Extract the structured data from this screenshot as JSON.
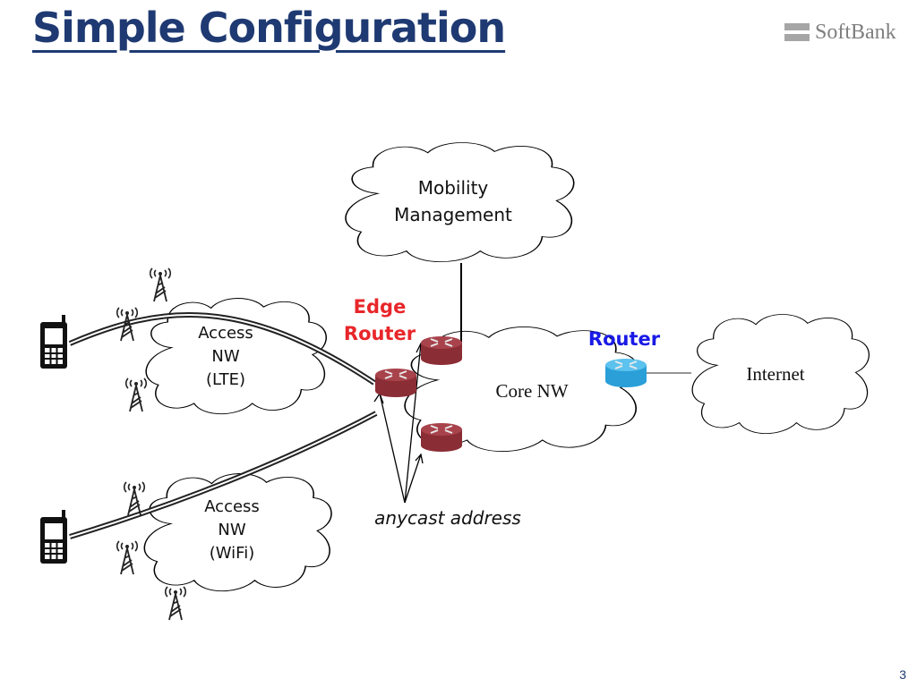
{
  "slide": {
    "title": "Simple Configuration",
    "logo_text": "SoftBank",
    "page_number": "3"
  },
  "diagram": {
    "clouds": {
      "mobility": [
        "Mobility",
        "Management"
      ],
      "access_lte": [
        "Access",
        "NW",
        "(LTE)"
      ],
      "access_wifi": [
        "Access",
        "NW",
        "(WiFi)"
      ],
      "core": "Core NW",
      "internet": "Internet"
    },
    "labels": {
      "edge_router": [
        "Edge",
        "Router"
      ],
      "router": "Router",
      "anycast": "anycast address"
    },
    "colors": {
      "title": "#1f3a72",
      "edge_router_label": "#e8262a",
      "router_label": "#1a1ae6",
      "edge_router_fill": "#8b2d35",
      "router_fill": "#2a9fd8"
    },
    "icons": [
      "mobile-phone-icon",
      "antenna-tower-icon",
      "router-icon"
    ]
  }
}
